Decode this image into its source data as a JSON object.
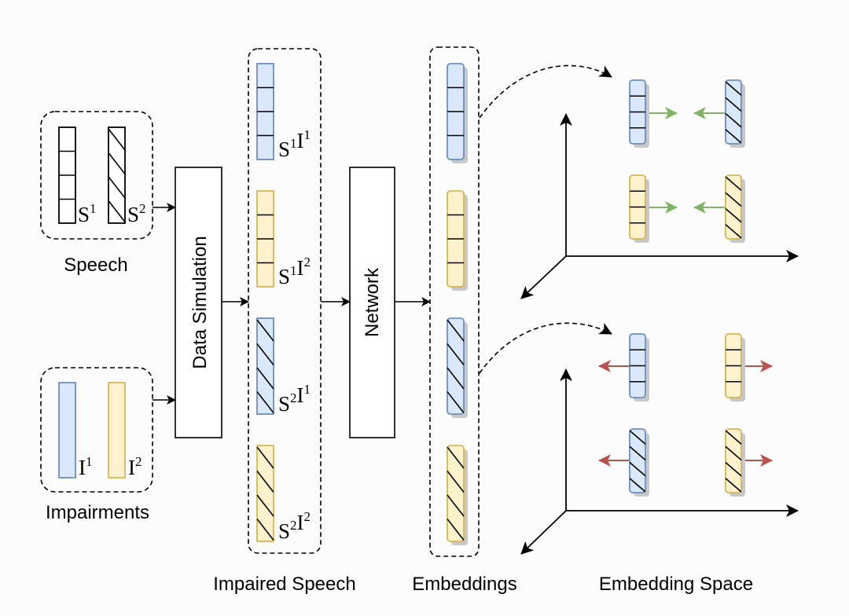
{
  "colors": {
    "blue_fill": "#dae8fc",
    "blue_stroke": "#6c8ebf",
    "yellow_fill": "#fff2cc",
    "yellow_stroke": "#d6b656",
    "pull_arrow": "#82b366",
    "push_arrow": "#b85450",
    "shadow": "#c8c8c8"
  },
  "groups": {
    "speech": {
      "label": "Speech",
      "items": [
        {
          "base": "S",
          "sup": "1",
          "pattern": "segmented"
        },
        {
          "base": "S",
          "sup": "2",
          "pattern": "hatched"
        }
      ]
    },
    "impairments": {
      "label": "Impairments",
      "items": [
        {
          "base": "I",
          "sup": "1",
          "color": "blue"
        },
        {
          "base": "I",
          "sup": "2",
          "color": "yellow"
        }
      ]
    },
    "impaired_speech": {
      "label": "Impaired Speech",
      "items": [
        {
          "parts": [
            {
              "base": "S",
              "sup": "1"
            },
            {
              "base": "I",
              "sup": "1"
            }
          ],
          "pattern": "segmented",
          "color": "blue"
        },
        {
          "parts": [
            {
              "base": "S",
              "sup": "1"
            },
            {
              "base": "I",
              "sup": "2"
            }
          ],
          "pattern": "segmented",
          "color": "yellow"
        },
        {
          "parts": [
            {
              "base": "S",
              "sup": "2"
            },
            {
              "base": "I",
              "sup": "1"
            }
          ],
          "pattern": "hatched",
          "color": "blue"
        },
        {
          "parts": [
            {
              "base": "S",
              "sup": "2"
            },
            {
              "base": "I",
              "sup": "2"
            }
          ],
          "pattern": "hatched",
          "color": "yellow"
        }
      ]
    },
    "embeddings": {
      "label": "Embeddings",
      "items": [
        {
          "pattern": "segmented",
          "color": "blue"
        },
        {
          "pattern": "segmented",
          "color": "yellow"
        },
        {
          "pattern": "hatched",
          "color": "blue"
        },
        {
          "pattern": "hatched",
          "color": "yellow"
        }
      ]
    }
  },
  "blocks": {
    "data_simulation": "Data Simulation",
    "network": "Network"
  },
  "embedding_space": {
    "label": "Embedding Space",
    "panels": [
      {
        "name": "speech-pull",
        "relation": "attract",
        "arrow_color": "green",
        "items": [
          {
            "pattern": "segmented",
            "color": "blue"
          },
          {
            "pattern": "hatched",
            "color": "blue"
          },
          {
            "pattern": "segmented",
            "color": "yellow"
          },
          {
            "pattern": "hatched",
            "color": "yellow"
          }
        ]
      },
      {
        "name": "impairment-push",
        "relation": "repel",
        "arrow_color": "red",
        "items": [
          {
            "pattern": "segmented",
            "color": "blue"
          },
          {
            "pattern": "segmented",
            "color": "yellow"
          },
          {
            "pattern": "hatched",
            "color": "blue"
          },
          {
            "pattern": "hatched",
            "color": "yellow"
          }
        ]
      }
    ]
  }
}
